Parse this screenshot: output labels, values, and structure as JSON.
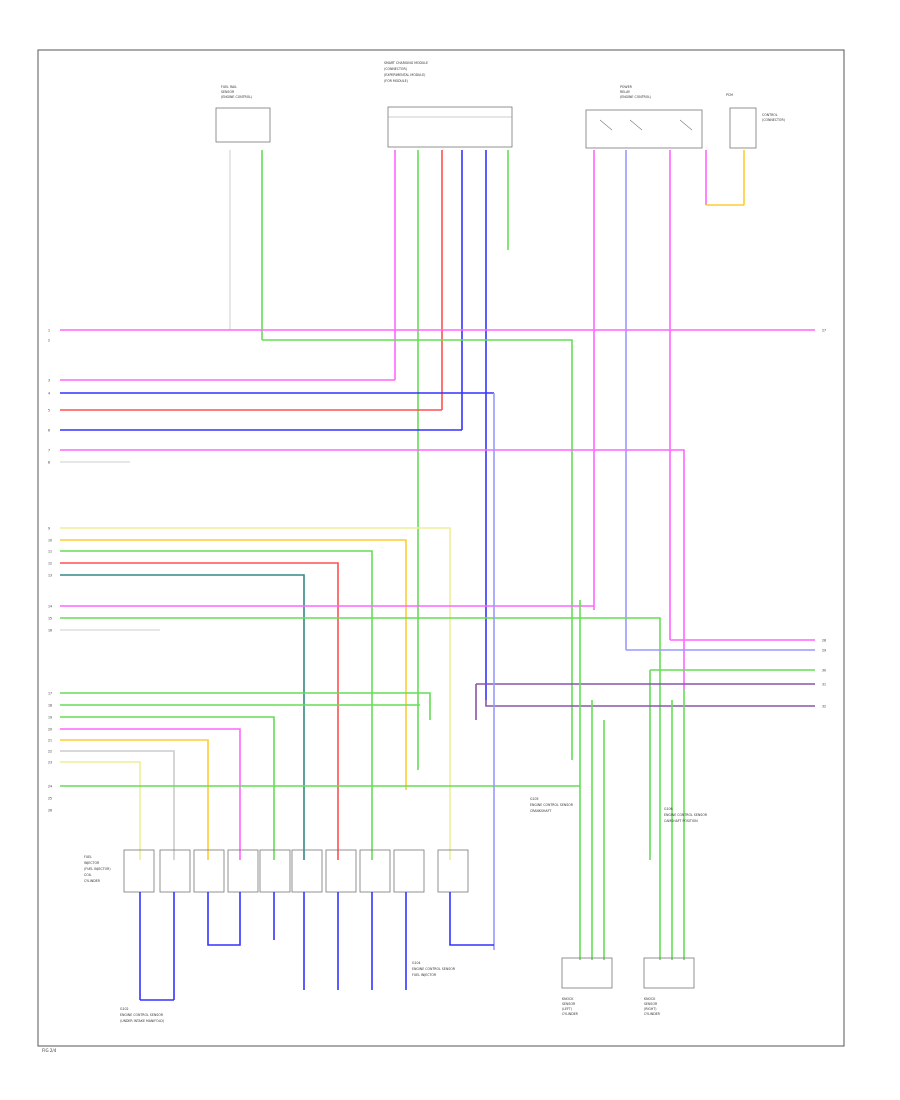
{
  "colors": {
    "pink": "#ff66ff",
    "red": "#ff5050",
    "blue": "#3333ff",
    "green": "#66dd55",
    "yellow": "#ffcc33",
    "teal": "#338888",
    "purple": "#8855aa",
    "gray": "#aaaaaa",
    "violet": "#9999ff",
    "frame": "#555555"
  },
  "header": {
    "main_module": [
      "SMART CHARGING MODULE",
      "(CONNECTOR)",
      "(EXPERIMENTAL MODULE)",
      "(FOR MODULE)"
    ],
    "left_sensor": [
      "FUEL RAIL",
      "SENSOR",
      "(ENGINE CONTROL)"
    ],
    "right_relay": [
      "POWER",
      "RELAY",
      "(ENGINE CONTROL)"
    ],
    "far_right": [
      "PCM",
      "CONTROL",
      "(CONNECTOR)"
    ]
  },
  "left_terminals": [
    "1",
    "2",
    "3",
    "4",
    "5",
    "6",
    "7",
    "8",
    "9",
    "10",
    "11",
    "12",
    "13",
    "14",
    "15",
    "16",
    "17",
    "18",
    "19",
    "20",
    "21",
    "22",
    "23",
    "24",
    "25",
    "26"
  ],
  "right_terminals": [
    "27",
    "28",
    "29",
    "30",
    "31",
    "32"
  ],
  "component_labels": {
    "injectors_left": [
      "FUEL",
      "INJECTOR",
      "(FUEL INJECTOR)",
      "COIL",
      "CYLINDER"
    ],
    "injector_group": [
      "G102",
      "ENGINE CONTROL SENSOR",
      "(UNDER INTAKE MANIFOLD)"
    ],
    "center_note": [
      "G104",
      "ENGINE CONTROL SENSOR",
      "FUEL INJECTOR"
    ],
    "knock_sensor_left": [
      "KNOCK",
      "SENSOR",
      "(LEFT)",
      "CYLINDER"
    ],
    "knock_sensor_right": [
      "KNOCK",
      "SENSOR",
      "(RIGHT)",
      "CYLINDER"
    ],
    "mid_note": [
      "G105",
      "ENGINE CONTROL SENSOR",
      "CRANKSHAFT"
    ],
    "right_note": [
      "G106",
      "ENGINE CONTROL SENSOR",
      "CAMSHAFT POSITION"
    ]
  },
  "footer": "FIG 2/4"
}
